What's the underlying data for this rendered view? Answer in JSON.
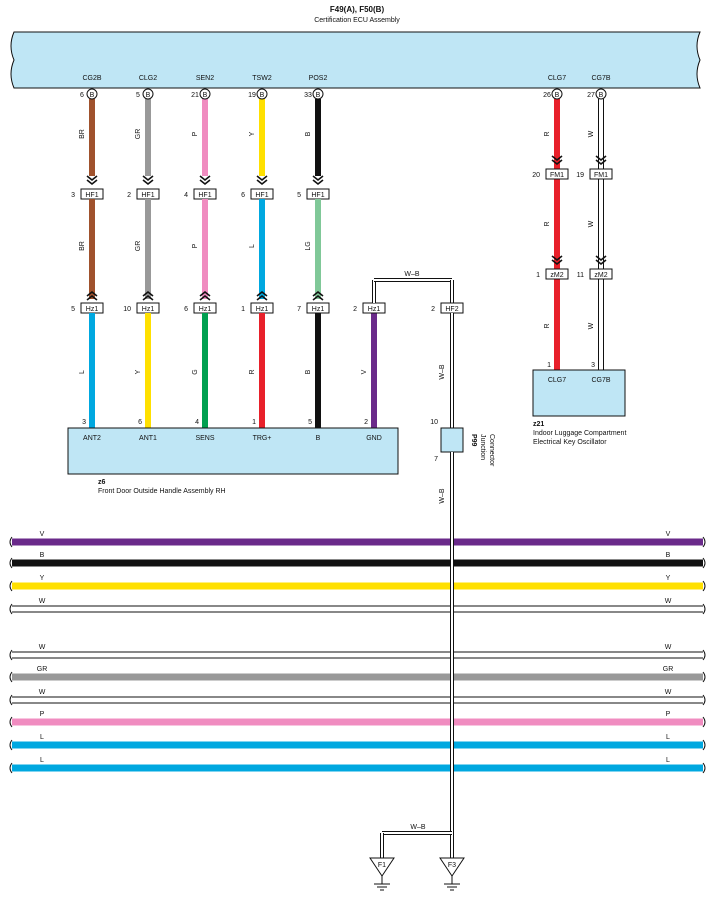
{
  "ecu": {
    "code": "F49(A), F50(B)",
    "name": "Certification ECU Assembly",
    "pins": [
      {
        "label": "CG2B",
        "num": "6",
        "conn": "B"
      },
      {
        "label": "CLG2",
        "num": "5",
        "conn": "B"
      },
      {
        "label": "SEN2",
        "num": "21",
        "conn": "B"
      },
      {
        "label": "TSW2",
        "num": "19",
        "conn": "B"
      },
      {
        "label": "POS2",
        "num": "33",
        "conn": "B"
      },
      {
        "label": "CLG7",
        "num": "26",
        "conn": "B"
      },
      {
        "label": "CG7B",
        "num": "27",
        "conn": "B"
      }
    ]
  },
  "left_wires": [
    {
      "upper": "BR",
      "mid": "BR",
      "lower": "L",
      "upper_color": "#a0522d",
      "lower_color": "#00a8e0",
      "hf1_pin": "3",
      "hz1_pin": "5",
      "z6_pin": "3",
      "z6_label": "ANT2"
    },
    {
      "upper": "GR",
      "mid": "GR",
      "lower": "Y",
      "upper_color": "#999999",
      "lower_color": "#ffe000",
      "hf1_pin": "2",
      "hz1_pin": "10",
      "z6_pin": "6",
      "z6_label": "ANT1"
    },
    {
      "upper": "P",
      "mid": "P",
      "lower": "G",
      "upper_color": "#f08cc0",
      "lower_color": "#00a050",
      "hf1_pin": "4",
      "hz1_pin": "6",
      "z6_pin": "4",
      "z6_label": "SENS"
    },
    {
      "upper": "Y",
      "mid": "L",
      "lower": "R",
      "upper_color": "#ffe000",
      "mid_color": "#00a8e0",
      "lower_color": "#e8202a",
      "hf1_pin": "6",
      "hz1_pin": "1",
      "z6_pin": "1",
      "z6_label": "TRG+"
    },
    {
      "upper": "B",
      "mid": "LG",
      "lower": "B",
      "upper_color": "#111111",
      "mid_color": "#80c898",
      "lower_color": "#111111",
      "hf1_pin": "5",
      "hz1_pin": "7",
      "z6_pin": "5",
      "z6_label": "B"
    }
  ],
  "gnd_wire": {
    "color_label": "V",
    "color": "#6a2a8a",
    "hz1_pin": "2",
    "z6_pin": "2",
    "z6_label": "GND"
  },
  "connectors": {
    "hf1": "HF1",
    "hz1": "Hz1",
    "hf2": "HF2",
    "fm1": "FM1",
    "zm2": "zM2"
  },
  "wb_label": "W–B",
  "hf2_pin": "2",
  "z6": {
    "code": "z6",
    "name": "Front Door Outside Handle Assembly RH"
  },
  "right_wires": [
    {
      "label": "R",
      "color": "#e8202a",
      "fm1_pin": "20",
      "zm2_pin": "1",
      "z21_pin": "1",
      "z21_label": "CLG7"
    },
    {
      "label": "W",
      "color": "#ffffff",
      "fm1_pin": "19",
      "zm2_pin": "11",
      "z21_pin": "3",
      "z21_label": "CG7B"
    }
  ],
  "z21": {
    "code": "z21",
    "name_line1": "Indoor Luggage Compartment",
    "name_line2": "Electrical Key Oscillator"
  },
  "junction": {
    "code": "P99",
    "line1": "Junction",
    "line2": "Connector",
    "pin_top": "10",
    "pin_bottom": "7"
  },
  "buses": [
    {
      "label": "V",
      "color": "#6a2a8a"
    },
    {
      "label": "B",
      "color": "#111111"
    },
    {
      "label": "Y",
      "color": "#ffe000"
    },
    {
      "label": "W",
      "color": "#ffffff"
    },
    {
      "label": "W",
      "color": "#ffffff"
    },
    {
      "label": "GR",
      "color": "#999999"
    },
    {
      "label": "W",
      "color": "#ffffff"
    },
    {
      "label": "P",
      "color": "#f08cc0"
    },
    {
      "label": "L",
      "color": "#00a8e0"
    },
    {
      "label": "L",
      "color": "#00a8e0"
    }
  ],
  "grounds": [
    {
      "label": "F1"
    },
    {
      "label": "F3"
    }
  ],
  "colors": {
    "ecu_fill": "#bfe6f5",
    "box_fill": "#bfe6f5",
    "outline": "#111111"
  }
}
